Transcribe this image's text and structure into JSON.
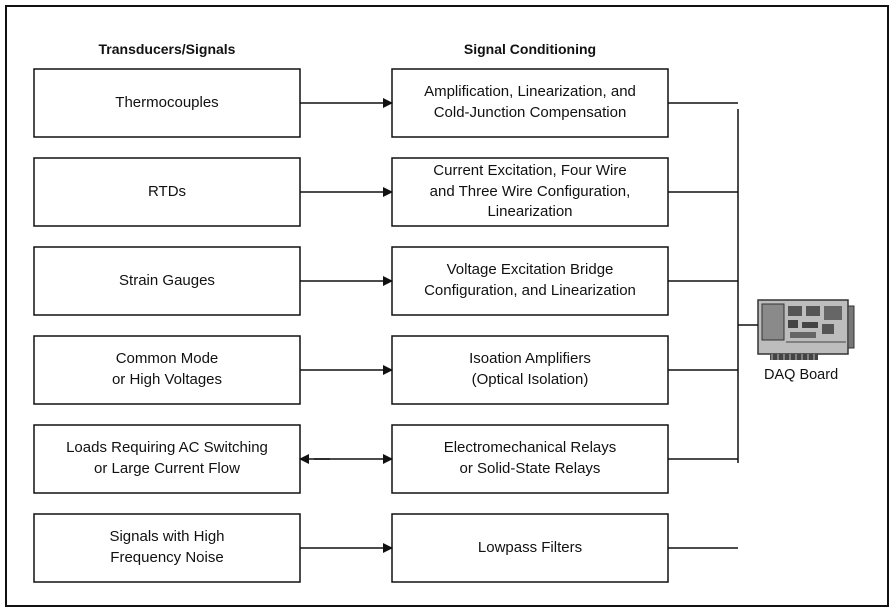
{
  "headers": {
    "left": "Transducers/Signals",
    "right": "Signal Conditioning"
  },
  "rows": [
    {
      "signal": "Thermocouples",
      "conditioning": "Amplification, Linearization, and\nCold-Junction Compensation",
      "bidirectional": false
    },
    {
      "signal": "RTDs",
      "conditioning": "Current Excitation, Four Wire\nand Three Wire Configuration,\nLinearization",
      "bidirectional": false
    },
    {
      "signal": "Strain Gauges",
      "conditioning": "Voltage Excitation Bridge\nConfiguration, and Linearization",
      "bidirectional": false
    },
    {
      "signal": "Common Mode\nor High Voltages",
      "conditioning": "Isoation Amplifiers\n(Optical Isolation)",
      "bidirectional": false
    },
    {
      "signal": "Loads Requiring AC Switching\nor Large Current Flow",
      "conditioning": "Electromechanical Relays\nor Solid-State Relays",
      "bidirectional": true
    },
    {
      "signal": "Signals with High\nFrequency Noise",
      "conditioning": "Lowpass Filters",
      "bidirectional": false
    }
  ],
  "daq": {
    "label": "DAQ Board",
    "icon": "daq-board-icon"
  }
}
